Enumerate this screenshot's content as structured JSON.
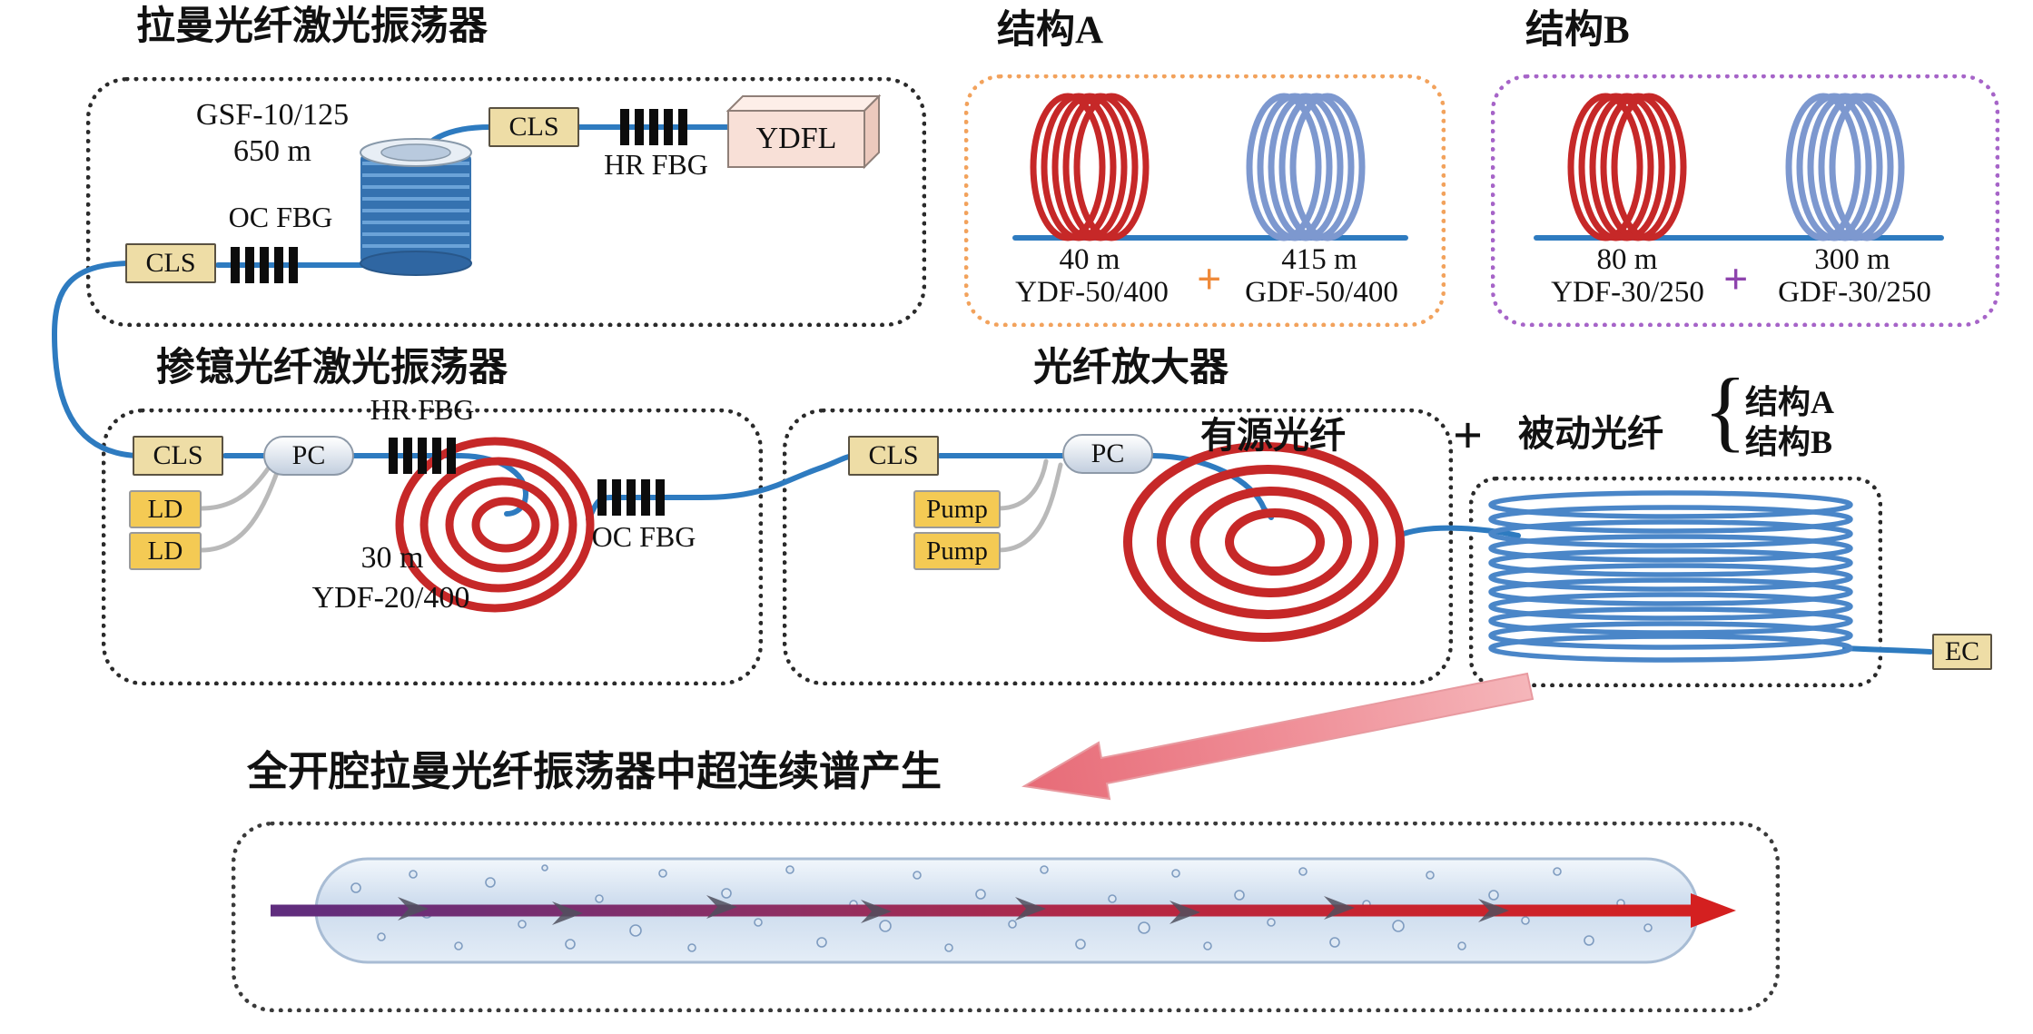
{
  "raman_osc": {
    "title": "拉曼光纤激光振荡器",
    "fiber_spec": "GSF-10/125",
    "fiber_len": "650 m",
    "cls_top": "CLS",
    "hr_fbg": "HR FBG",
    "ydfl": "YDFL",
    "oc_fbg": "OC FBG",
    "cls_out": "CLS"
  },
  "structure_a": {
    "title": "结构A",
    "ydf_len": "40 m",
    "ydf_type": "YDF-50/400",
    "plus": "+",
    "gdf_len": "415 m",
    "gdf_type": "GDF-50/400"
  },
  "structure_b": {
    "title": "结构B",
    "ydf_len": "80 m",
    "ydf_type": "YDF-30/250",
    "plus": "+",
    "gdf_len": "300 m",
    "gdf_type": "GDF-30/250"
  },
  "yb_osc": {
    "title": "掺镱光纤激光振荡器",
    "cls": "CLS",
    "pc": "PC",
    "hr_fbg": "HR FBG",
    "ld1": "LD",
    "ld2": "LD",
    "coil_len": "30 m",
    "coil_type": "YDF-20/400",
    "oc_fbg": "OC FBG"
  },
  "amplifier": {
    "title": "光纤放大器",
    "cls": "CLS",
    "pump1": "Pump",
    "pump2": "Pump",
    "pc": "PC",
    "active_fiber_label": "有源光纤"
  },
  "passive_section": {
    "plus": "+",
    "label": "被动光纤",
    "brace": "{",
    "option_a": "结构A",
    "option_b": "结构B",
    "ec": "EC"
  },
  "bottom": {
    "caption": "全开腔拉曼光纤振荡器中超连续谱产生"
  },
  "colors": {
    "fiber_blue": "#2e7bc0",
    "coil_red": "#c62828",
    "coil_blue": "#7d98cf",
    "structure_a_border": "#f2a25c",
    "structure_b_border": "#a664c8",
    "sc_purple": "#5f2d7e",
    "sc_red": "#d42020"
  }
}
